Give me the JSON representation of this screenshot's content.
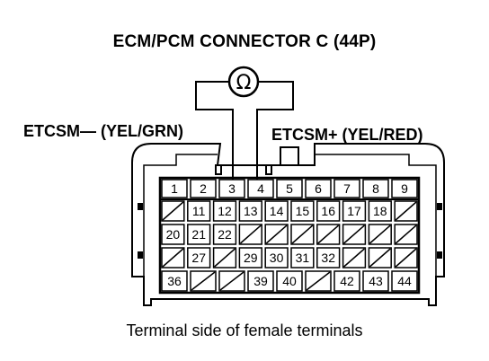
{
  "title": "ECM/PCM CONNECTOR C (44P)",
  "meter_symbol": "Ω",
  "probes": {
    "negative_label": "ETCSM— (YEL/GRN)",
    "positive_label": "ETCSM+ (YEL/RED)"
  },
  "caption": "Terminal side of female terminals",
  "connector": {
    "rows": [
      [
        "1",
        "2",
        "3",
        "4",
        "5",
        "6",
        "7",
        "8",
        "9"
      ],
      [
        "",
        "11",
        "12",
        "13",
        "14",
        "15",
        "16",
        "17",
        "18",
        ""
      ],
      [
        "20",
        "21",
        "22",
        "",
        "",
        "",
        "",
        "",
        "",
        ""
      ],
      [
        "",
        "27",
        "",
        "29",
        "30",
        "31",
        "32",
        "",
        "",
        ""
      ],
      [
        "36",
        "",
        "",
        "39",
        "40",
        "",
        "42",
        "43",
        "44"
      ]
    ]
  }
}
